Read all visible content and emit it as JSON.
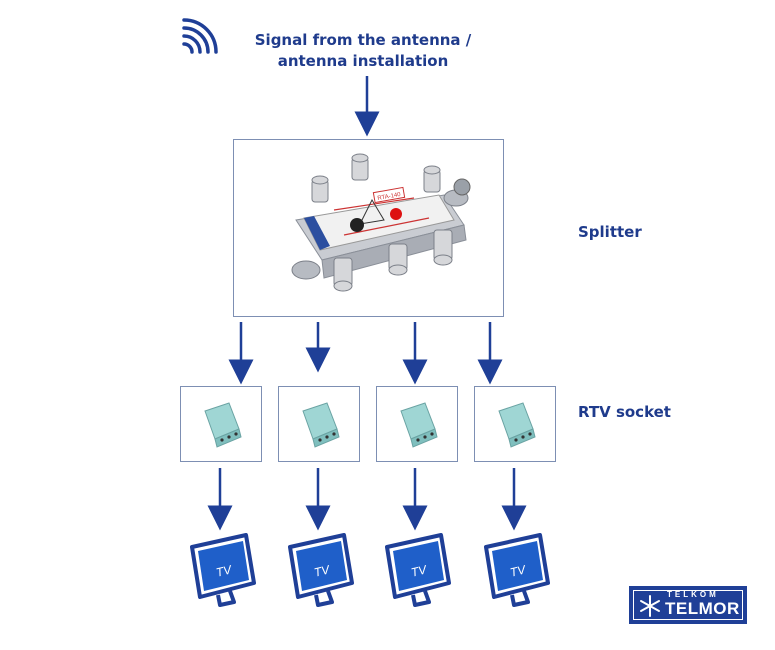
{
  "signal_label": "Signal from the antenna / antenna installation",
  "splitter_label": "Splitter",
  "socket_label": "RTV socket",
  "tv_label": "TV",
  "splitter_device_text": "RTA-140",
  "logo": {
    "top": "TELKOM",
    "main": "TELMOR"
  },
  "colors": {
    "accent": "#1f3b8c",
    "arrow": "#1f3f97",
    "tv_fill": "#1f5fc9",
    "socket_fill": "#9fd6d4"
  }
}
